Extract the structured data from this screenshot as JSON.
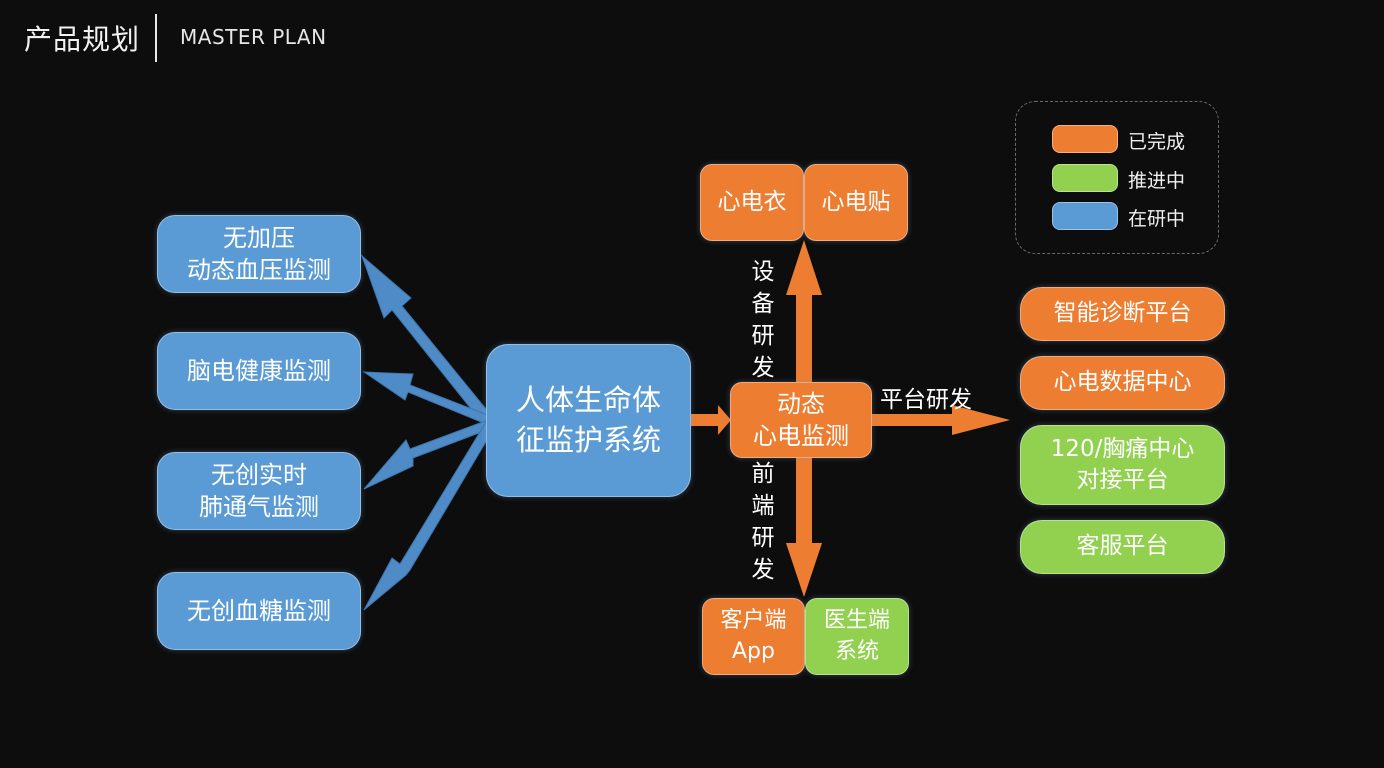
{
  "header": {
    "title": "产品规划",
    "subtitle": "MASTER PLAN"
  },
  "legend": {
    "items": [
      {
        "label": "已完成",
        "color": "#ed7d31"
      },
      {
        "label": "推进中",
        "color": "#92d050"
      },
      {
        "label": "在研中",
        "color": "#5b9bd5"
      }
    ]
  },
  "left_modules": [
    {
      "label": "无加压\n动态血压监测",
      "status": "在研中"
    },
    {
      "label": "脑电健康监测",
      "status": "在研中"
    },
    {
      "label": "无创实时\n肺通气监测",
      "status": "在研中"
    },
    {
      "label": "无创血糖监测",
      "status": "在研中"
    }
  ],
  "core_system": {
    "label": "人体生命体\n征监护系统",
    "status": "在研中"
  },
  "hub": {
    "label": "动态\n心电监测",
    "status": "已完成"
  },
  "devices": [
    {
      "label": "心电衣",
      "status": "已完成"
    },
    {
      "label": "心电贴",
      "status": "已完成"
    }
  ],
  "frontends": [
    {
      "label": "客户端\nApp",
      "status": "已完成"
    },
    {
      "label": "医生端\n系统",
      "status": "推进中"
    }
  ],
  "platforms": [
    {
      "label": "智能诊断平台",
      "status": "已完成"
    },
    {
      "label": "心电数据中心",
      "status": "已完成"
    },
    {
      "label": "120/胸痛中心\n对接平台",
      "status": "推进中"
    },
    {
      "label": "客服平台",
      "status": "推进中"
    }
  ],
  "arrow_labels": {
    "device_rd": "设\n备\n研\n发",
    "frontend_rd": "前\n端\n研\n发",
    "platform_rd": "平台研发"
  }
}
